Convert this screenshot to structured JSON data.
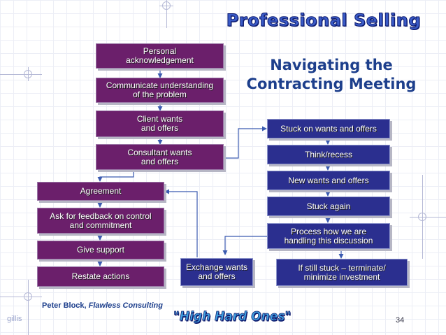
{
  "slide": {
    "title": "Professional Selling",
    "subtitle_line1": "Navigating the",
    "subtitle_line2": "Contracting Meeting",
    "footer_credit_author": "Peter Block, ",
    "footer_credit_book": "Flawless Consulting",
    "footer_tagline": "\"High Hard Ones\"",
    "footer_left": "gillis",
    "page_number": "34"
  },
  "boxes": {
    "personal_ack": [
      "Personal",
      "acknowledgement"
    ],
    "communicate": [
      "Communicate understanding",
      "of the problem"
    ],
    "client_wants": [
      "Client wants",
      "and offers"
    ],
    "consultant_wants": [
      "Consultant wants",
      "and offers"
    ],
    "agreement": [
      "Agreement"
    ],
    "feedback": [
      "Ask for feedback on control",
      "and commitment"
    ],
    "give_support": [
      "Give support"
    ],
    "restate": [
      "Restate actions"
    ],
    "exchange": [
      "Exchange wants",
      "and offers"
    ],
    "stuck_wants": [
      "Stuck on wants and offers"
    ],
    "think": [
      "Think/recess"
    ],
    "new_wants": [
      "New wants and offers"
    ],
    "stuck_again": [
      "Stuck again"
    ],
    "process": [
      "Process how we are",
      "handling this discussion"
    ],
    "if_stuck": [
      "If still stuck – terminate/",
      "minimize investment"
    ]
  },
  "colors": {
    "left_boxes": "#6b1f6b",
    "right_boxes": "#2b2f8f",
    "title": "#3a5bc7",
    "subtitle": "#1d3f8c"
  }
}
